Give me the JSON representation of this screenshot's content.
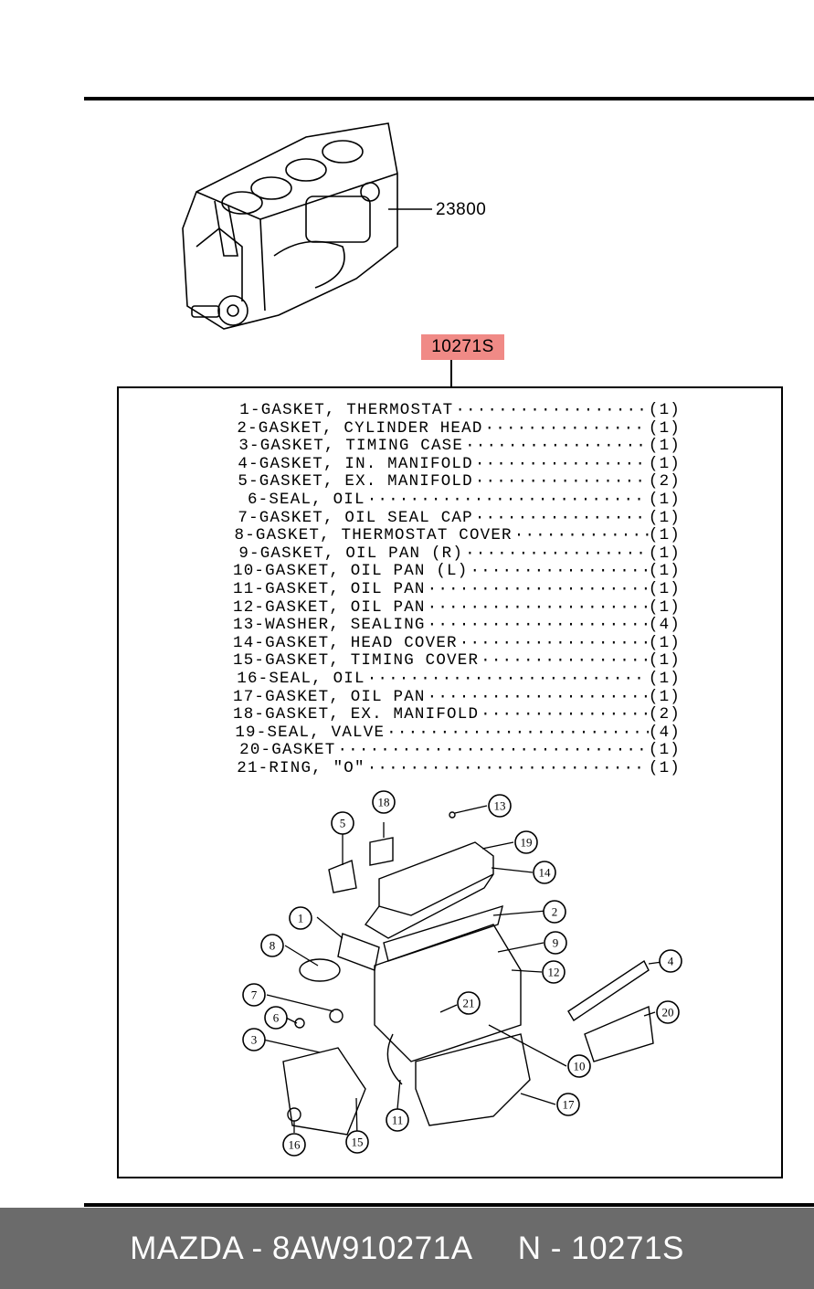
{
  "engine": {
    "part_number": "23800"
  },
  "kit": {
    "part_number": "10271S",
    "highlight_color": "#f08a86"
  },
  "parts_list": [
    {
      "num": "1",
      "desc": "GASKET, THERMOSTAT",
      "qty": "(1)"
    },
    {
      "num": "2",
      "desc": "GASKET, CYLINDER HEAD",
      "qty": "(1)"
    },
    {
      "num": "3",
      "desc": "GASKET, TIMING CASE",
      "qty": "(1)"
    },
    {
      "num": "4",
      "desc": "GASKET, IN. MANIFOLD",
      "qty": "(1)"
    },
    {
      "num": "5",
      "desc": "GASKET, EX. MANIFOLD",
      "qty": "(2)"
    },
    {
      "num": "6",
      "desc": "SEAL, OIL",
      "qty": "(1)"
    },
    {
      "num": "7",
      "desc": "GASKET, OIL SEAL CAP",
      "qty": "(1)"
    },
    {
      "num": "8",
      "desc": "GASKET, THERMOSTAT COVER",
      "qty": "(1)"
    },
    {
      "num": "9",
      "desc": "GASKET, OIL PAN (R)",
      "qty": "(1)"
    },
    {
      "num": "10",
      "desc": "GASKET, OIL PAN (L)",
      "qty": "(1)"
    },
    {
      "num": "11",
      "desc": "GASKET, OIL PAN",
      "qty": "(1)"
    },
    {
      "num": "12",
      "desc": "GASKET, OIL PAN",
      "qty": "(1)"
    },
    {
      "num": "13",
      "desc": "WASHER, SEALING",
      "qty": "(4)"
    },
    {
      "num": "14",
      "desc": "GASKET, HEAD COVER",
      "qty": "(1)"
    },
    {
      "num": "15",
      "desc": "GASKET, TIMING COVER",
      "qty": "(1)"
    },
    {
      "num": "16",
      "desc": "SEAL, OIL",
      "qty": "(1)"
    },
    {
      "num": "17",
      "desc": "GASKET, OIL PAN",
      "qty": "(1)"
    },
    {
      "num": "18",
      "desc": "GASKET, EX. MANIFOLD",
      "qty": "(2)"
    },
    {
      "num": "19",
      "desc": "SEAL, VALVE",
      "qty": "(4)"
    },
    {
      "num": "20",
      "desc": "GASKET",
      "qty": "(1)"
    },
    {
      "num": "21",
      "desc": "RING, \"O\"",
      "qty": "(1)"
    }
  ],
  "callouts": [
    "1",
    "2",
    "3",
    "4",
    "5",
    "6",
    "7",
    "8",
    "9",
    "10",
    "11",
    "12",
    "13",
    "14",
    "15",
    "16",
    "17",
    "18",
    "19",
    "20",
    "21"
  ],
  "footer": {
    "text": "MAZDA - 8AW910271A     N - 10271S",
    "background": "#6b6b6b"
  }
}
